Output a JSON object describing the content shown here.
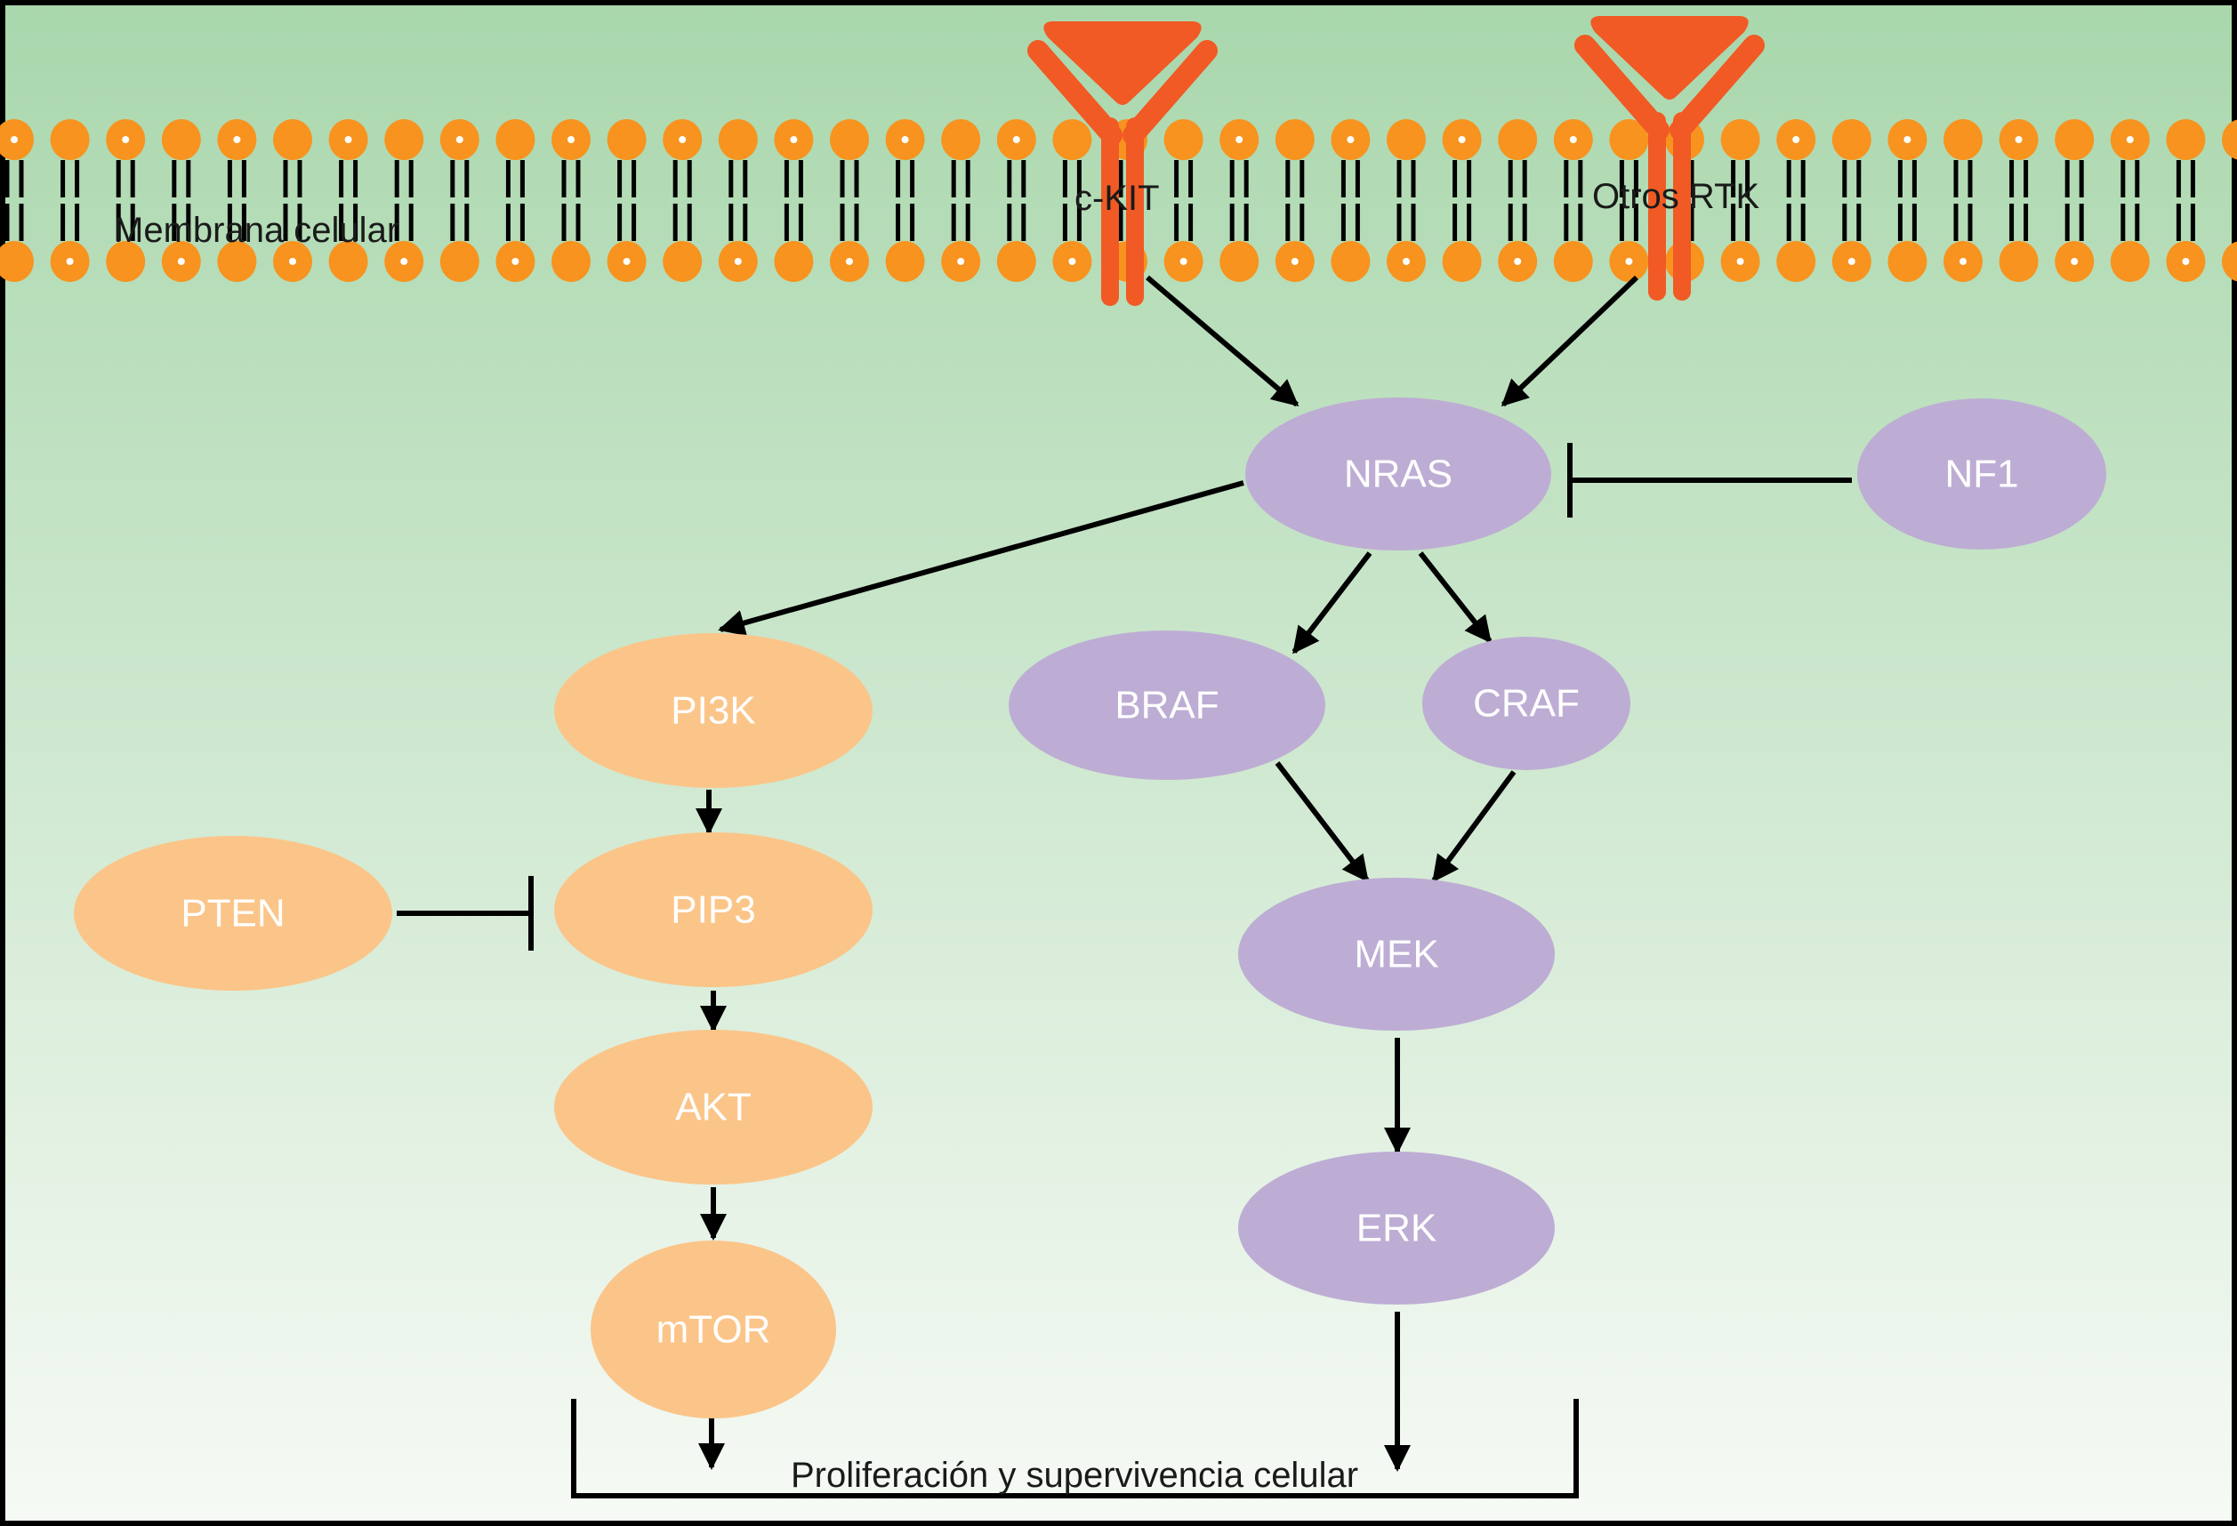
{
  "diagram": {
    "title": "",
    "membrane_label": "Membrana celular",
    "receptors": [
      {
        "id": "ckit",
        "label": "c-KIT"
      },
      {
        "id": "rtk",
        "label": "Otros RTK"
      }
    ],
    "nodes": [
      {
        "id": "nras",
        "label": "NRAS",
        "group": "mapk"
      },
      {
        "id": "nf1",
        "label": "NF1",
        "group": "mapk"
      },
      {
        "id": "braf",
        "label": "BRAF",
        "group": "mapk"
      },
      {
        "id": "craf",
        "label": "CRAF",
        "group": "mapk"
      },
      {
        "id": "mek",
        "label": "MEK",
        "group": "mapk"
      },
      {
        "id": "erk",
        "label": "ERK",
        "group": "mapk"
      },
      {
        "id": "pi3k",
        "label": "PI3K",
        "group": "pi3k"
      },
      {
        "id": "pip3",
        "label": "PIP3",
        "group": "pi3k"
      },
      {
        "id": "pten",
        "label": "PTEN",
        "group": "pi3k"
      },
      {
        "id": "akt",
        "label": "AKT",
        "group": "pi3k"
      },
      {
        "id": "mtor",
        "label": "mTOR",
        "group": "pi3k"
      }
    ],
    "edges": [
      {
        "from": "ckit",
        "to": "nras",
        "type": "activation"
      },
      {
        "from": "rtk",
        "to": "nras",
        "type": "activation"
      },
      {
        "from": "nf1",
        "to": "nras",
        "type": "inhibition"
      },
      {
        "from": "nras",
        "to": "pi3k",
        "type": "activation"
      },
      {
        "from": "nras",
        "to": "braf",
        "type": "activation"
      },
      {
        "from": "nras",
        "to": "craf",
        "type": "activation"
      },
      {
        "from": "braf",
        "to": "mek",
        "type": "activation"
      },
      {
        "from": "craf",
        "to": "mek",
        "type": "activation"
      },
      {
        "from": "mek",
        "to": "erk",
        "type": "activation"
      },
      {
        "from": "erk",
        "to": "outcome",
        "type": "activation"
      },
      {
        "from": "pi3k",
        "to": "pip3",
        "type": "activation"
      },
      {
        "from": "pten",
        "to": "pip3",
        "type": "inhibition"
      },
      {
        "from": "pip3",
        "to": "akt",
        "type": "activation"
      },
      {
        "from": "akt",
        "to": "mtor",
        "type": "activation"
      },
      {
        "from": "mtor",
        "to": "outcome",
        "type": "activation"
      }
    ],
    "outcome_label": "Proliferación y supervivencia celular",
    "colors": {
      "background_top": "#a9d7ac",
      "background_bottom": "#f6faf5",
      "lipid_head": "#f7931e",
      "receptor": "#f15a24",
      "mapk_node": "#bdadd4",
      "pi3k_node": "#fbc589",
      "line": "#000000"
    }
  }
}
